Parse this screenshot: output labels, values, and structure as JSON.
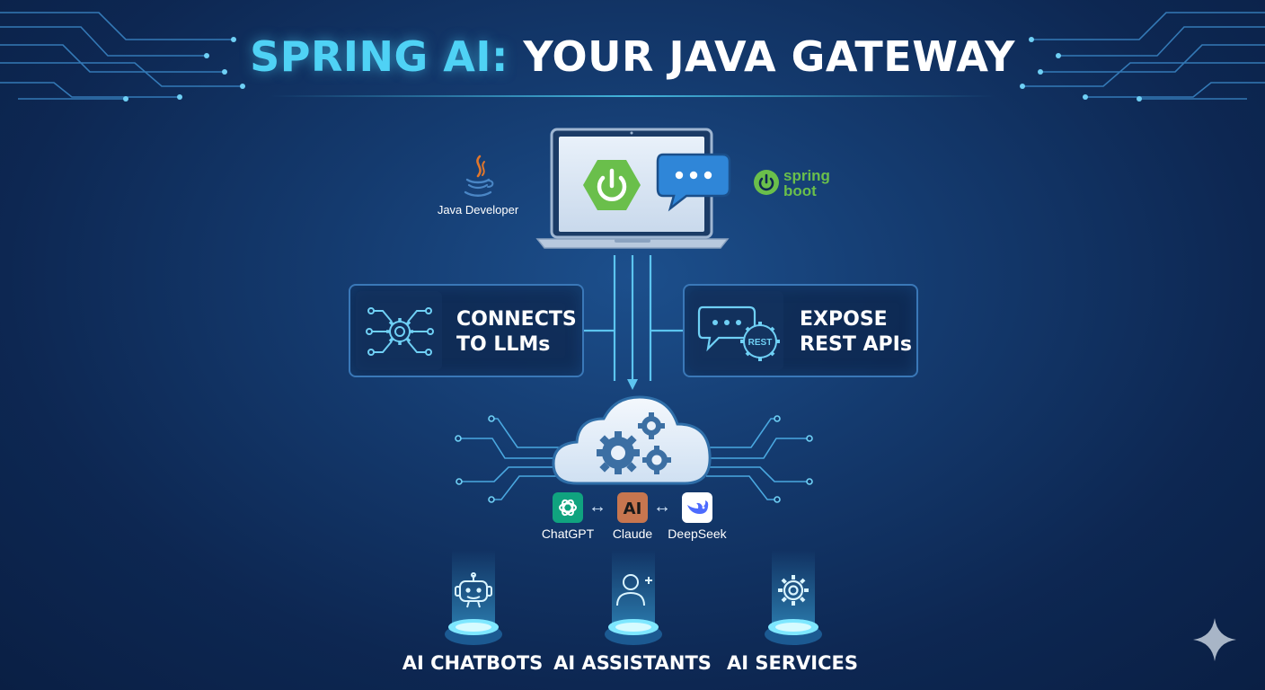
{
  "title": {
    "accent": "SPRING AI:",
    "main": "YOUR JAVA GATEWAY"
  },
  "developer": {
    "label": "Java Developer",
    "icon": "java-coffee-icon"
  },
  "spring_boot_logo": {
    "line1": "spring",
    "line2": "boot",
    "color": "#6abf4b"
  },
  "features": [
    {
      "line1": "CONNECTS",
      "line2": "TO LLMs",
      "icon": "network-gear-icon"
    },
    {
      "line1": "EXPOSE",
      "line2": "REST APIs",
      "icon": "rest-api-icon",
      "badge": "REST"
    }
  ],
  "providers": [
    {
      "label": "ChatGPT",
      "icon": "chatgpt-logo-icon",
      "color": "#10a37f"
    },
    {
      "label": "Claude",
      "icon": "claude-logo-icon",
      "color": "#c7764f",
      "mark": "AI"
    },
    {
      "label": "DeepSeek",
      "icon": "deepseek-logo-icon",
      "color": "#ffffff"
    }
  ],
  "provider_separator": "↔",
  "outcomes": [
    {
      "label": "AI CHATBOTS",
      "icon": "robot-icon"
    },
    {
      "label": "AI ASSISTANTS",
      "icon": "user-add-icon"
    },
    {
      "label": "AI SERVICES",
      "icon": "gear-icon"
    }
  ],
  "colors": {
    "accent": "#4fd2f5",
    "background": "#0d2752",
    "border": "#3a78b8",
    "spring_green": "#6abf4b"
  }
}
